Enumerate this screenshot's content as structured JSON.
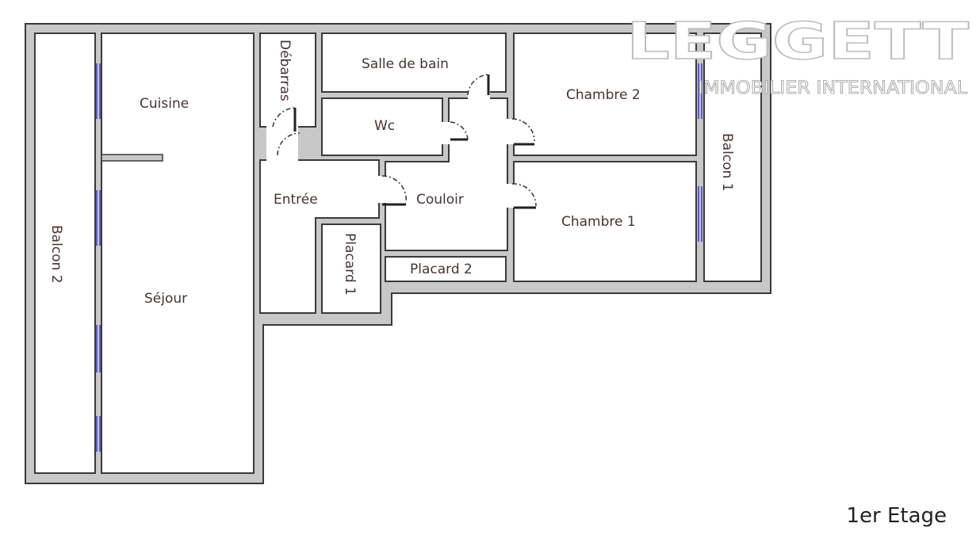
{
  "plan": {
    "rooms": {
      "balcon2": "Balcon 2",
      "cuisine": "Cuisine",
      "sejour": "Séjour",
      "debarras": "Débarras",
      "salle_de_bain": "Salle de bain",
      "wc": "Wc",
      "entree": "Entrée",
      "couloir": "Couloir",
      "placard1": "Placard 1",
      "placard2": "Placard 2",
      "chambre2": "Chambre 2",
      "chambre1": "Chambre 1",
      "balcon1": "Balcon 1"
    },
    "floor_label": "1er Etage"
  },
  "logo": {
    "name": "LEGGETT",
    "subtitle": "IMMOBILIER INTERNATIONAL"
  },
  "colors": {
    "wall": "#c8c8c8",
    "window": "#5b5bd6",
    "text": "#4a3232"
  }
}
